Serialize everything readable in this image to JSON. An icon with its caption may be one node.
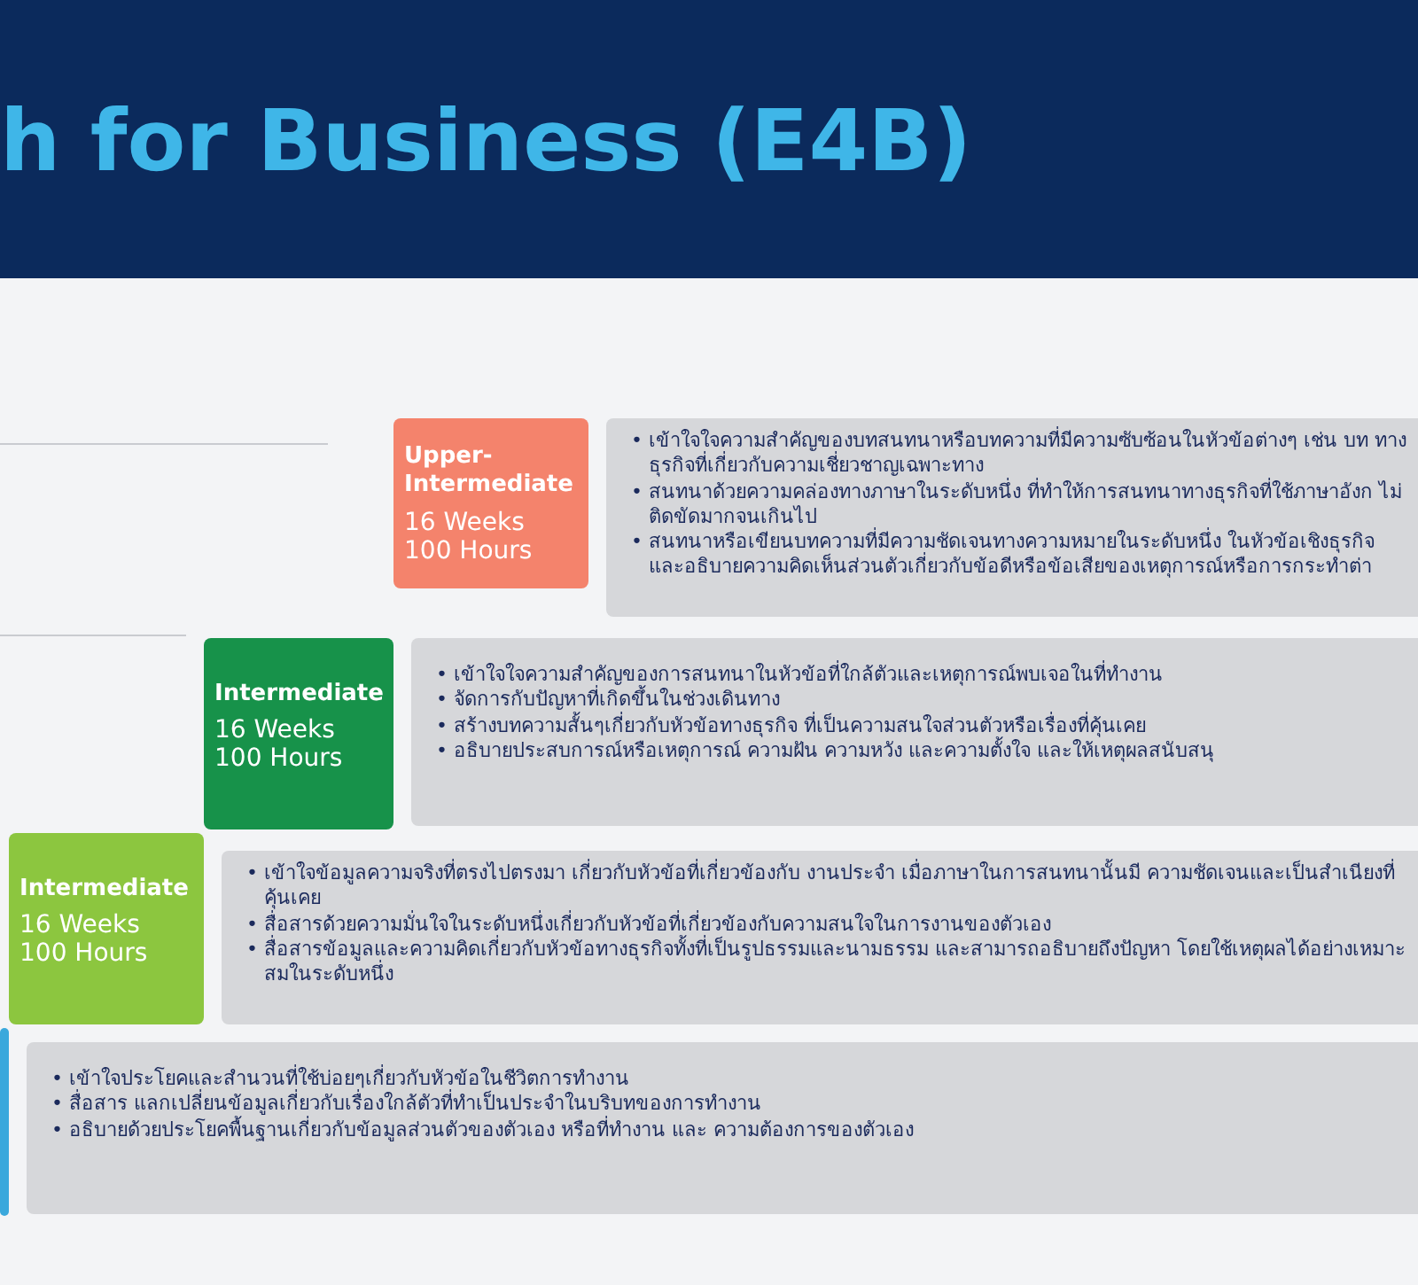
{
  "diagram": {
    "title": "h for Business (E4B)",
    "nodes": [
      {
        "text": [
          "Upper- Intermediate",
          "16 Weeks",
          "100 Hours"
        ]
      },
      {
        "text": [
          "• เข้าใจใจความสำคัญของบทสนทนาหรือบทความที่มีความซับซ้อนในหัวข้อต่างๆ เช่น บท ทางธุรกิจที่เกี่ยวกับความเชี่ยวชาญเฉพาะทาง",
          "• สนทนาด้วยความคล่องทางภาษาในระดับหนึ่ง ที่ทำให้การสนทนาทางธุรกิจที่ใช้ภาษาอังก ไม่ติดขัดมากจนเกินไป",
          "• สนทนาหรือเขียนบทความที่มีความชัดเจนทางความหมายในระดับหนึ่ง ในหัวข้อเชิงธุรกิจ และอธิบายความคิดเห็นส่วนตัวเกี่ยวกับข้อดีหรือข้อเสียของเหตุการณ์หรือการกระทำต่า"
        ]
      },
      {
        "text": [
          "Intermediate",
          "16 Weeks",
          "100 Hours"
        ]
      },
      {
        "text": [
          "• เข้าใจใจความสำคัญของการสนทนาในหัวข้อที่ใกล้ตัวและเหตุการณ์พบเจอในที่ทำงาน",
          "• จัดการกับปัญหาที่เกิดขึ้นในช่วงเดินทาง",
          "• สร้างบทความสั้นๆเกี่ยวกับหัวข้อทางธุรกิจ ที่เป็นความสนใจส่วนตัวหรือเรื่องที่คุ้นเคย",
          "• อธิบายประสบการณ์หรือเหตุการณ์ ความฝัน ความหวัง และความตั้งใจ และให้เหตุผลสนับสนุ"
        ]
      },
      {
        "text": [
          "Intermediate",
          "16 Weeks",
          "100 Hours"
        ]
      },
      {
        "text": [
          "• เข้าใจข้อมูลความจริงที่ตรงไปตรงมา เกี่ยวกับหัวข้อที่เกี่ยวข้องกับ งานประจำ เมื่อภาษาในการสนทนานั้นมี ความชัดเจนและเป็นสำเนียงที่คุ้นเคย",
          "• สื่อสารด้วยความมั่นใจในระดับหนึ่งเกี่ยวกับหัวข้อที่เกี่ยวข้องกับความสนใจในการงานของตัวเอง",
          "• สื่อสารข้อมูลและความคิดเกี่ยวกับหัวข้อทางธุรกิจทั้งที่เป็นรูปธรรมและนามธรรม และสามารถอธิบายถึงปัญหา โดยใช้เหตุผลได้อย่างเหมาะสมในระดับหนึ่ง"
        ]
      },
      {
        "text": [],
        "shape": "box"
      },
      {
        "text": [
          "• เข้าใจประโยคและสำนวนที่ใช้บ่อยๆเกี่ยวกับหัวข้อในชีวิตการทำงาน",
          "• สื่อสาร แลกเปลี่ยนข้อมูลเกี่ยวกับเรื่องใกล้ตัวที่ทำเป็นประจำในบริบทของการทำงาน",
          "• อธิบายด้วยประโยคพื้นฐานเกี่ยวกับข้อมูลส่วนตัวของตัวเอง หรือที่ทำงาน และ ความต้องการของตัวเอง"
        ]
      }
    ],
    "edges": []
  }
}
